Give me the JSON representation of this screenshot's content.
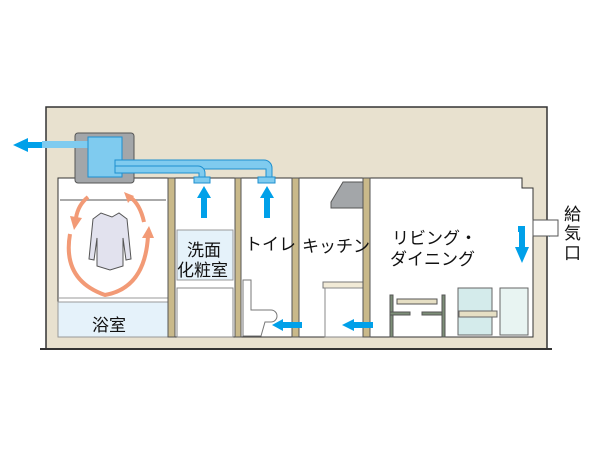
{
  "labels": {
    "bathroom": "浴室",
    "washroom_line1": "洗面",
    "washroom_line2": "化粧室",
    "toilet": "トイレ",
    "kitchen": "キッチン",
    "living_line1": "リビング・",
    "living_line2": "ダイニング",
    "supply_1": "給",
    "supply_2": "気",
    "supply_3": "口"
  },
  "colors": {
    "wall": "#e8e1cf",
    "post": "#c9b98a",
    "duct": "#7fcbef",
    "duct_border": "#1d8fcf",
    "airflow_arrow": "#00a0e9",
    "circulation_arrow": "#f29a76",
    "fan_unit": "#a3a6a9"
  }
}
